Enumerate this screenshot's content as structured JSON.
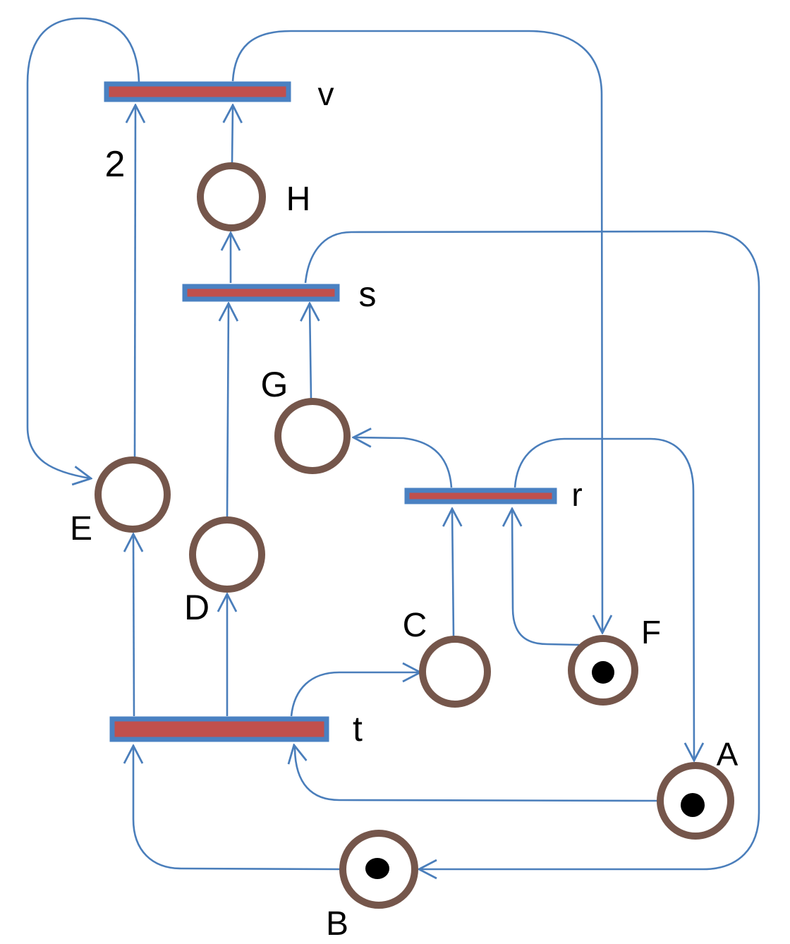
{
  "diagram": {
    "type": "petri-net",
    "places": [
      {
        "id": "A",
        "label": "A",
        "tokens": 1
      },
      {
        "id": "B",
        "label": "B",
        "tokens": 1
      },
      {
        "id": "C",
        "label": "C",
        "tokens": 0
      },
      {
        "id": "D",
        "label": "D",
        "tokens": 0
      },
      {
        "id": "E",
        "label": "E",
        "tokens": 0
      },
      {
        "id": "F",
        "label": "F",
        "tokens": 1
      },
      {
        "id": "G",
        "label": "G",
        "tokens": 0
      },
      {
        "id": "H",
        "label": "H",
        "tokens": 0
      }
    ],
    "transitions": [
      {
        "id": "v",
        "label": "v"
      },
      {
        "id": "s",
        "label": "s"
      },
      {
        "id": "r",
        "label": "r"
      },
      {
        "id": "t",
        "label": "t"
      }
    ],
    "arcs": [
      {
        "from": "E",
        "to": "v",
        "weight": 2
      },
      {
        "from": "H",
        "to": "v",
        "weight": 1
      },
      {
        "from": "v",
        "to": "E",
        "weight": 1
      },
      {
        "from": "v",
        "to": "F",
        "weight": 1
      },
      {
        "from": "s",
        "to": "H",
        "weight": 1
      },
      {
        "from": "D",
        "to": "s",
        "weight": 1
      },
      {
        "from": "G",
        "to": "s",
        "weight": 1
      },
      {
        "from": "s",
        "to": "B",
        "weight": 1
      },
      {
        "from": "r",
        "to": "G",
        "weight": 1
      },
      {
        "from": "r",
        "to": "A",
        "weight": 1
      },
      {
        "from": "C",
        "to": "r",
        "weight": 1
      },
      {
        "from": "F",
        "to": "r",
        "weight": 1
      },
      {
        "from": "t",
        "to": "E",
        "weight": 1
      },
      {
        "from": "t",
        "to": "D",
        "weight": 1
      },
      {
        "from": "t",
        "to": "C",
        "weight": 1
      },
      {
        "from": "A",
        "to": "t",
        "weight": 1
      },
      {
        "from": "B",
        "to": "t",
        "weight": 1
      }
    ],
    "labels": {
      "v": "v",
      "s": "s",
      "r": "r",
      "t": "t",
      "A": "A",
      "B": "B",
      "C": "C",
      "D": "D",
      "E": "E",
      "F": "F",
      "G": "G",
      "H": "H",
      "weight_2": "2"
    },
    "colors": {
      "arc": "#4a7ebb",
      "transition_fill": "#c0504d",
      "transition_stroke": "#4a81c2",
      "place_stroke": "#75564b",
      "place_fill": "#ffffff",
      "token": "#000000",
      "label": "#000000",
      "background": "#ffffff"
    }
  }
}
